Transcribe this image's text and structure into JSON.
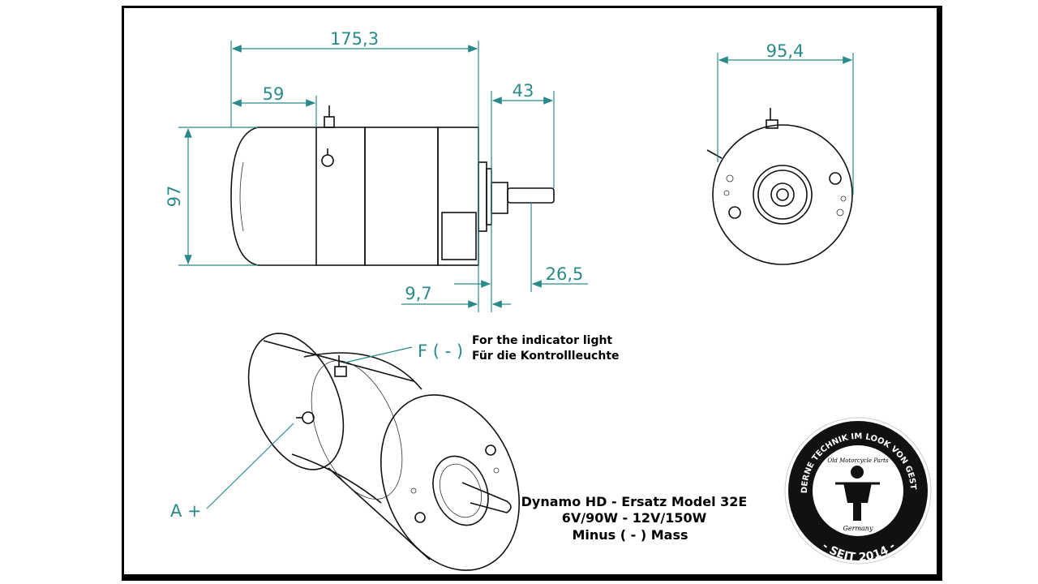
{
  "dimensions": {
    "overall_length": "175,3",
    "cap_length": "59",
    "shaft_length": "43",
    "height": "97",
    "flange_offset": "9,7",
    "shaft_spline": "26,5",
    "end_diameter": "95,4"
  },
  "callouts": {
    "f_terminal": "F ( - )",
    "f_note_en": "For the indicator light",
    "f_note_de": "Für die Kontrollleuchte",
    "a_terminal": "A +"
  },
  "spec": {
    "line1": "Dynamo HD - Ersatz Model 32E",
    "line2": "6V/90W - 12V/150W",
    "line3": "Minus ( - ) Mass"
  },
  "logo": {
    "top_text": "MODERNE TECHNIK IM LOOK VON GESTERN",
    "bottom_text": "- SEIT 2014 -",
    "brand": "Old Motorcycle Parts",
    "country": "Germany"
  },
  "colors": {
    "dimension": "#2a8a8a"
  }
}
